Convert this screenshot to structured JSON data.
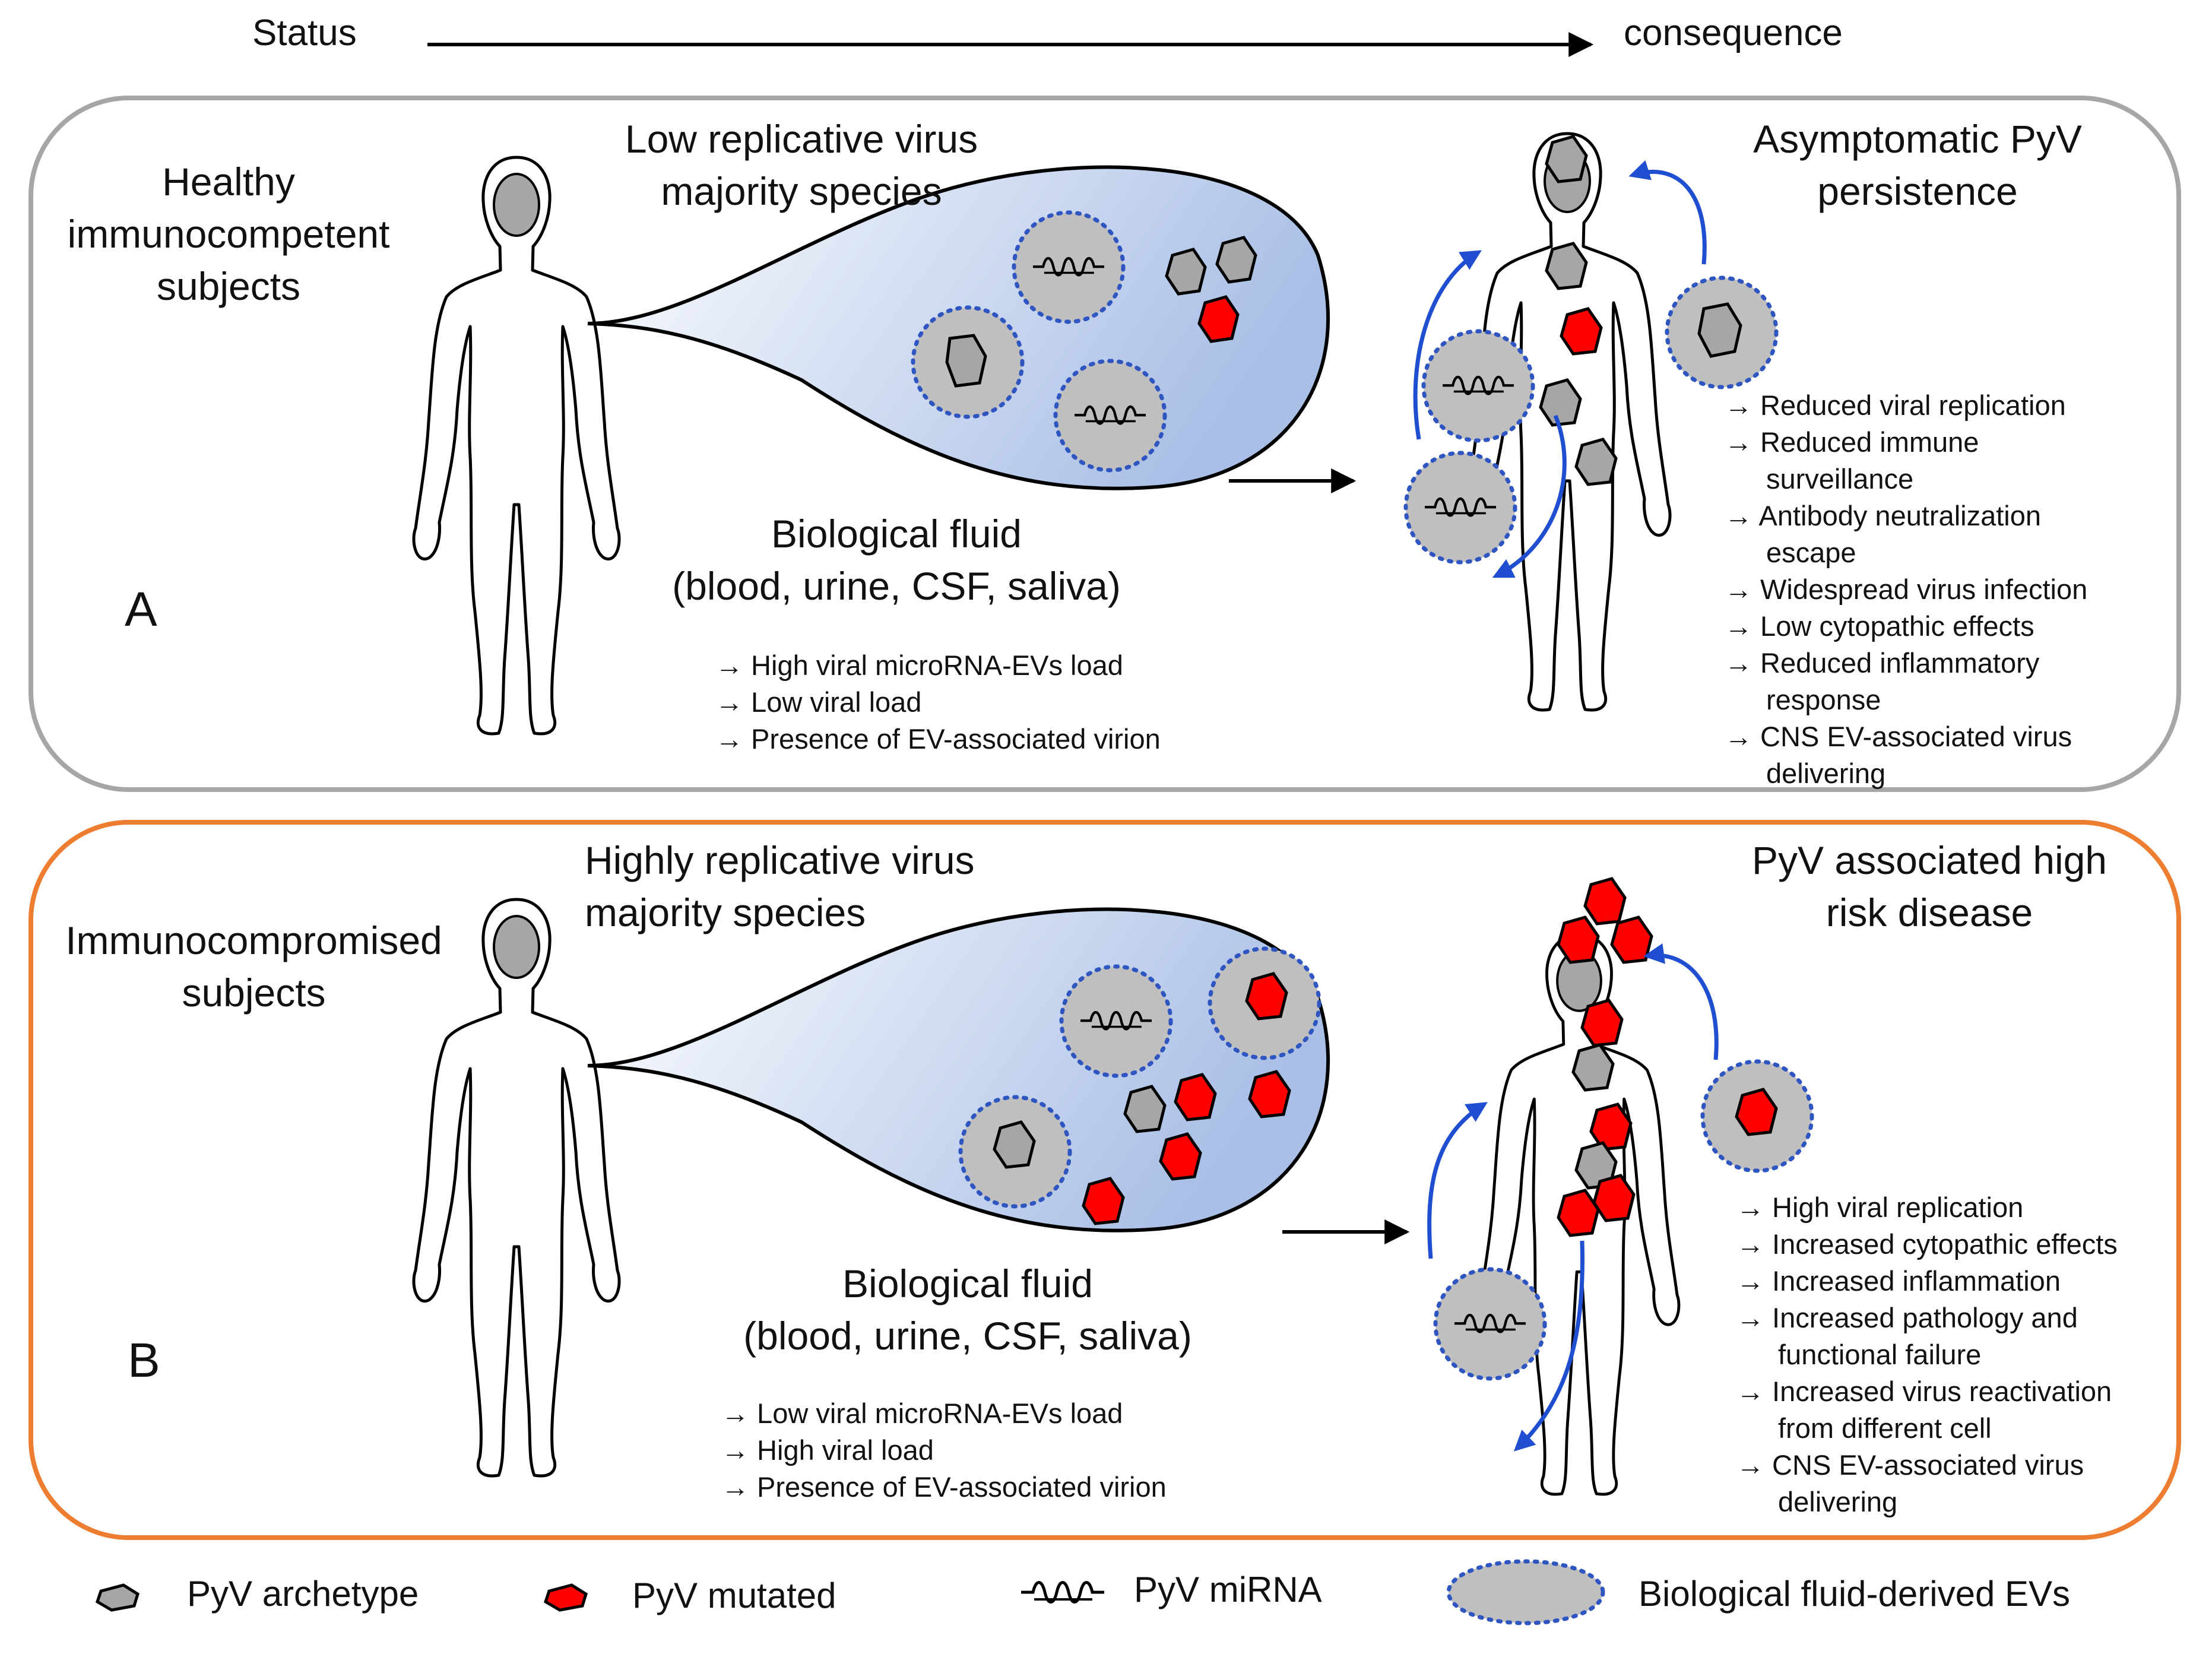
{
  "header": {
    "status_label": "Status",
    "consequence_label": "consequence"
  },
  "panels": [
    {
      "letter": "A",
      "border_color": "#a6a6a6",
      "subject_lines": [
        "Healthy",
        "immunocompetent",
        "subjects"
      ],
      "virus_title_lines": [
        "Low replicative virus",
        "majority species"
      ],
      "fluid_lines": [
        "Biological fluid",
        "(blood, urine, CSF, saliva)"
      ],
      "fluid_bullets": [
        "→ High viral microRNA-EVs load",
        "→ Low viral load",
        "→ Presence of EV-associated virion"
      ],
      "outcome_title_lines": [
        "Asymptomatic PyV",
        "persistence"
      ],
      "outcome_bullets": [
        {
          "text": "→ Reduced viral replication",
          "indent": false
        },
        {
          "text": "→ Reduced immune",
          "indent": false
        },
        {
          "text": "surveillance",
          "indent": true
        },
        {
          "text": "→ Antibody neutralization",
          "indent": false
        },
        {
          "text": "escape",
          "indent": true
        },
        {
          "text": "→ Widespread virus infection",
          "indent": false
        },
        {
          "text": "→ Low cytopathic effects",
          "indent": false
        },
        {
          "text": "→ Reduced inflammatory",
          "indent": false
        },
        {
          "text": "response",
          "indent": true
        },
        {
          "text": "→ CNS EV-associated virus",
          "indent": false
        },
        {
          "text": "delivering",
          "indent": true
        }
      ]
    },
    {
      "letter": "B",
      "border_color": "#ed7d31",
      "subject_lines": [
        "Immunocompromised",
        "subjects"
      ],
      "virus_title_lines": [
        "Highly replicative virus",
        "majority species"
      ],
      "fluid_lines": [
        "Biological fluid",
        "(blood, urine, CSF, saliva)"
      ],
      "fluid_bullets": [
        "→ Low viral microRNA-EVs load",
        "→ High viral load",
        "→ Presence of EV-associated virion"
      ],
      "outcome_title_lines": [
        "PyV associated high",
        "risk disease"
      ],
      "outcome_bullets": [
        {
          "text": "→ High viral replication",
          "indent": false
        },
        {
          "text": "→ Increased cytopathic effects",
          "indent": false
        },
        {
          "text": "→ Increased inflammation",
          "indent": false
        },
        {
          "text": "→ Increased pathology and",
          "indent": false
        },
        {
          "text": "functional failure",
          "indent": true
        },
        {
          "text": "→ Increased virus reactivation",
          "indent": false
        },
        {
          "text": "from different cell",
          "indent": true
        },
        {
          "text": "→ CNS EV-associated virus",
          "indent": false
        },
        {
          "text": "delivering",
          "indent": true
        }
      ]
    }
  ],
  "legend": [
    {
      "icon": "gray-hexagon-icon",
      "label": "PyV archetype"
    },
    {
      "icon": "red-hexagon-icon",
      "label": "PyV mutated"
    },
    {
      "icon": "mirna-squiggle-icon",
      "label": "PyV miRNA"
    },
    {
      "icon": "ev-vesicle-icon",
      "label": "Biological fluid-derived EVs"
    }
  ],
  "colors": {
    "archetype_fill": "#a6a6a6",
    "mutated_fill": "#ff0000",
    "ev_fill": "#bfbfbf",
    "ev_border": "#2f55c0",
    "arrow_blue": "#1f4fd0",
    "fluid_gradient_light": "#ffffff",
    "fluid_gradient_dark": "#a9bfe6"
  }
}
